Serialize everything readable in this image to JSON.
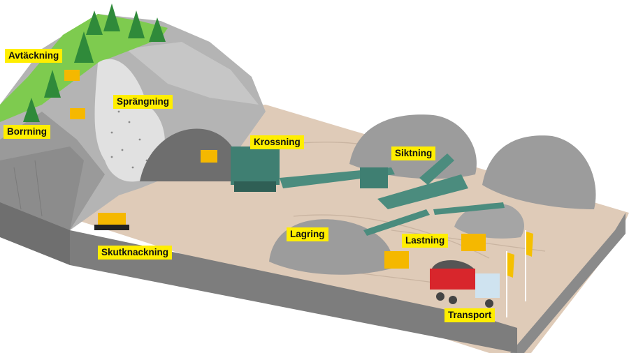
{
  "title": "Quarry process illustration",
  "colors": {
    "label_bg": "#ffee00",
    "ground": "#dfcbb8",
    "rock": "#9c9c9c",
    "machine_yellow": "#f5b800",
    "plant_green": "#3f7f72",
    "grass": "#7ecb4f",
    "truck_red": "#d8262c"
  },
  "labels": {
    "avtackning": "Avtäckning",
    "borrning": "Borrning",
    "sprangning": "Sprängning",
    "krossning": "Krossning",
    "siktning": "Siktning",
    "skutknackning": "Skutknackning",
    "lagring": "Lagring",
    "lastning": "Lastning",
    "transport": "Transport"
  }
}
